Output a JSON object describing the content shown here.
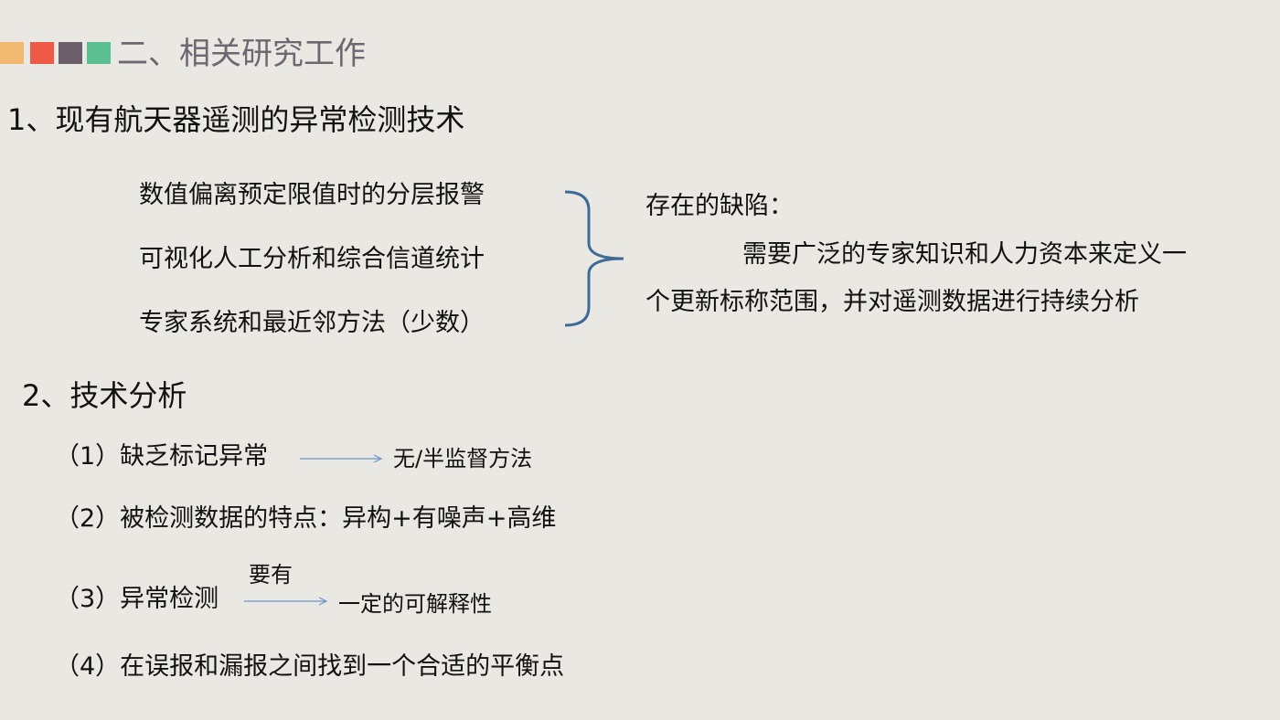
{
  "header": {
    "title": "二、相关研究工作",
    "square_colors": [
      "#f0b870",
      "#ef5a45",
      "#6c5d6a",
      "#5cbf91"
    ]
  },
  "section1": {
    "heading": "1、现有航天器遥测的异常检测技术",
    "methods": [
      "数值偏离预定限值时的分层报警",
      "可视化人工分析和综合信道统计",
      "专家系统和最近邻方法（少数）"
    ],
    "defect_label": "存在的缺陷：",
    "defect_line1": "需要广泛的专家知识和人力资本来定义一",
    "defect_line2": "个更新标称范围，并对遥测数据进行持续分析"
  },
  "section2": {
    "heading": "2、技术分析",
    "point1": "（1）缺乏标记异常",
    "point1_result": "无/半监督方法",
    "point2": "（2）被检测数据的特点：异构+有噪声+高维",
    "point3": "（3）异常检测",
    "point3_arrow_label": "要有",
    "point3_result": "一定的可解释性",
    "point4": "（4）在误报和漏报之间找到一个合适的平衡点"
  },
  "colors": {
    "brace": "#3e6a98",
    "arrow": "#6a94c8",
    "title": "#6e6670"
  }
}
